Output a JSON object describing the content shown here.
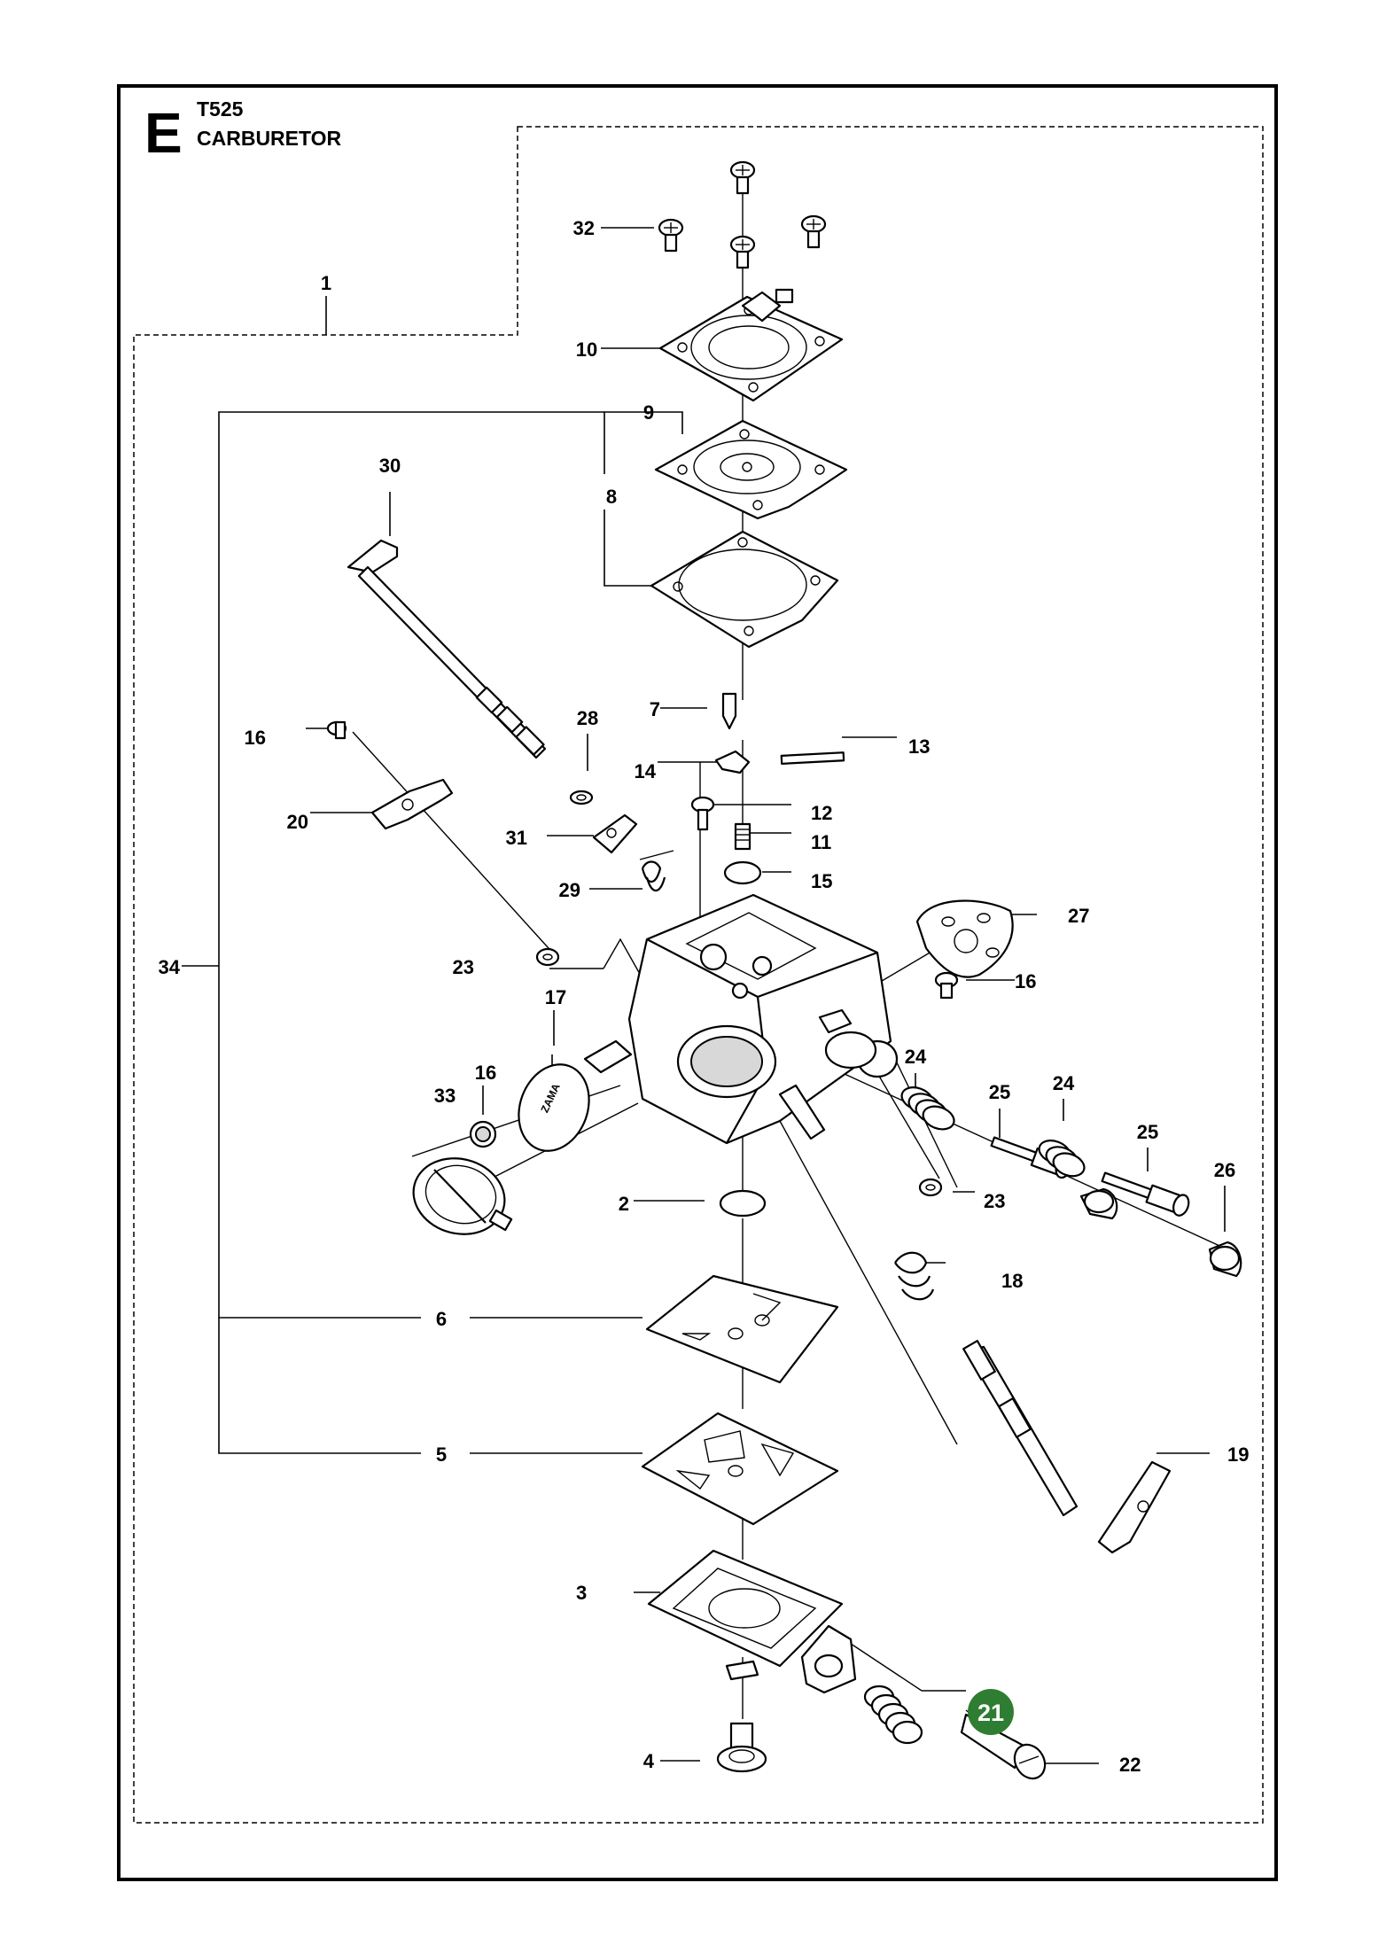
{
  "header": {
    "section_letter": "E",
    "model": "T525",
    "title": "CARBURETOR"
  },
  "highlight_color": "#2e7d32",
  "callouts": [
    {
      "id": "c1",
      "label": "1"
    },
    {
      "id": "c2",
      "label": "2"
    },
    {
      "id": "c3",
      "label": "3"
    },
    {
      "id": "c4",
      "label": "4"
    },
    {
      "id": "c5",
      "label": "5"
    },
    {
      "id": "c6",
      "label": "6"
    },
    {
      "id": "c7",
      "label": "7"
    },
    {
      "id": "c8",
      "label": "8"
    },
    {
      "id": "c9",
      "label": "9"
    },
    {
      "id": "c10",
      "label": "10"
    },
    {
      "id": "c11",
      "label": "11"
    },
    {
      "id": "c12",
      "label": "12"
    },
    {
      "id": "c13",
      "label": "13"
    },
    {
      "id": "c14",
      "label": "14"
    },
    {
      "id": "c15",
      "label": "15"
    },
    {
      "id": "c16a",
      "label": "16"
    },
    {
      "id": "c16b",
      "label": "16"
    },
    {
      "id": "c16c",
      "label": "16"
    },
    {
      "id": "c17",
      "label": "17"
    },
    {
      "id": "c18",
      "label": "18"
    },
    {
      "id": "c19",
      "label": "19"
    },
    {
      "id": "c20",
      "label": "20"
    },
    {
      "id": "c21",
      "label": "21",
      "highlighted": true
    },
    {
      "id": "c22",
      "label": "22"
    },
    {
      "id": "c23a",
      "label": "23"
    },
    {
      "id": "c23b",
      "label": "23"
    },
    {
      "id": "c24a",
      "label": "24"
    },
    {
      "id": "c24b",
      "label": "24"
    },
    {
      "id": "c25a",
      "label": "25"
    },
    {
      "id": "c25b",
      "label": "25"
    },
    {
      "id": "c26",
      "label": "26"
    },
    {
      "id": "c27",
      "label": "27"
    },
    {
      "id": "c28",
      "label": "28"
    },
    {
      "id": "c29",
      "label": "29"
    },
    {
      "id": "c30",
      "label": "30"
    },
    {
      "id": "c31",
      "label": "31"
    },
    {
      "id": "c32",
      "label": "32"
    },
    {
      "id": "c33",
      "label": "33"
    },
    {
      "id": "c34",
      "label": "34"
    }
  ]
}
